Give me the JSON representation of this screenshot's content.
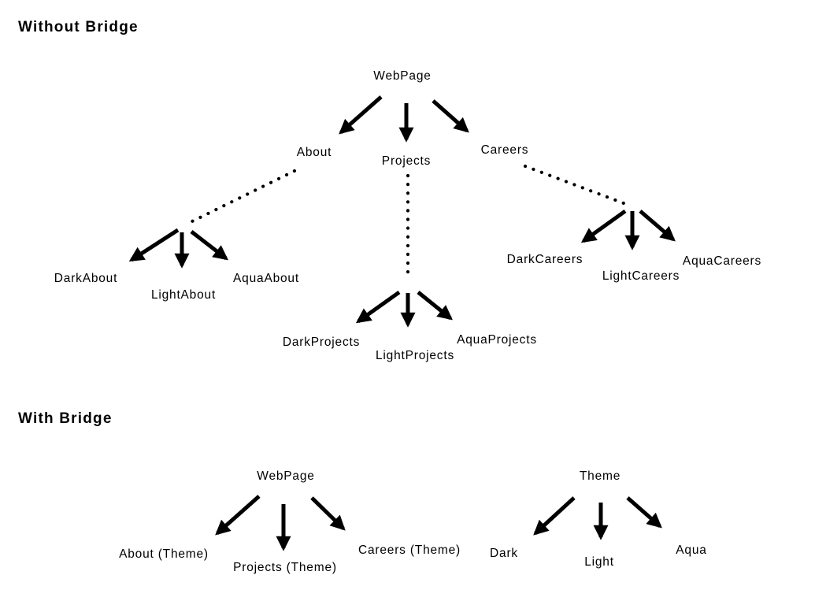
{
  "canvas": {
    "background": "#ffffff",
    "ink": "#000000"
  },
  "headings": {
    "without_bridge": "Without Bridge",
    "with_bridge": "With Bridge"
  },
  "without_bridge": {
    "root": "WebPage",
    "about": {
      "label": "About",
      "children": {
        "dark": "DarkAbout",
        "light": "LightAbout",
        "aqua": "AquaAbout"
      }
    },
    "projects": {
      "label": "Projects",
      "children": {
        "dark": "DarkProjects",
        "light": "LightProjects",
        "aqua": "AquaProjects"
      }
    },
    "careers": {
      "label": "Careers",
      "children": {
        "dark": "DarkCareers",
        "light": "LightCareers",
        "aqua": "AquaCareers"
      }
    }
  },
  "with_bridge": {
    "webpage": {
      "root": "WebPage",
      "children": {
        "about": "About (Theme)",
        "projects": "Projects (Theme)",
        "careers": "Careers (Theme)"
      }
    },
    "theme": {
      "root": "Theme",
      "children": {
        "dark": "Dark",
        "light": "Light",
        "aqua": "Aqua"
      }
    }
  }
}
